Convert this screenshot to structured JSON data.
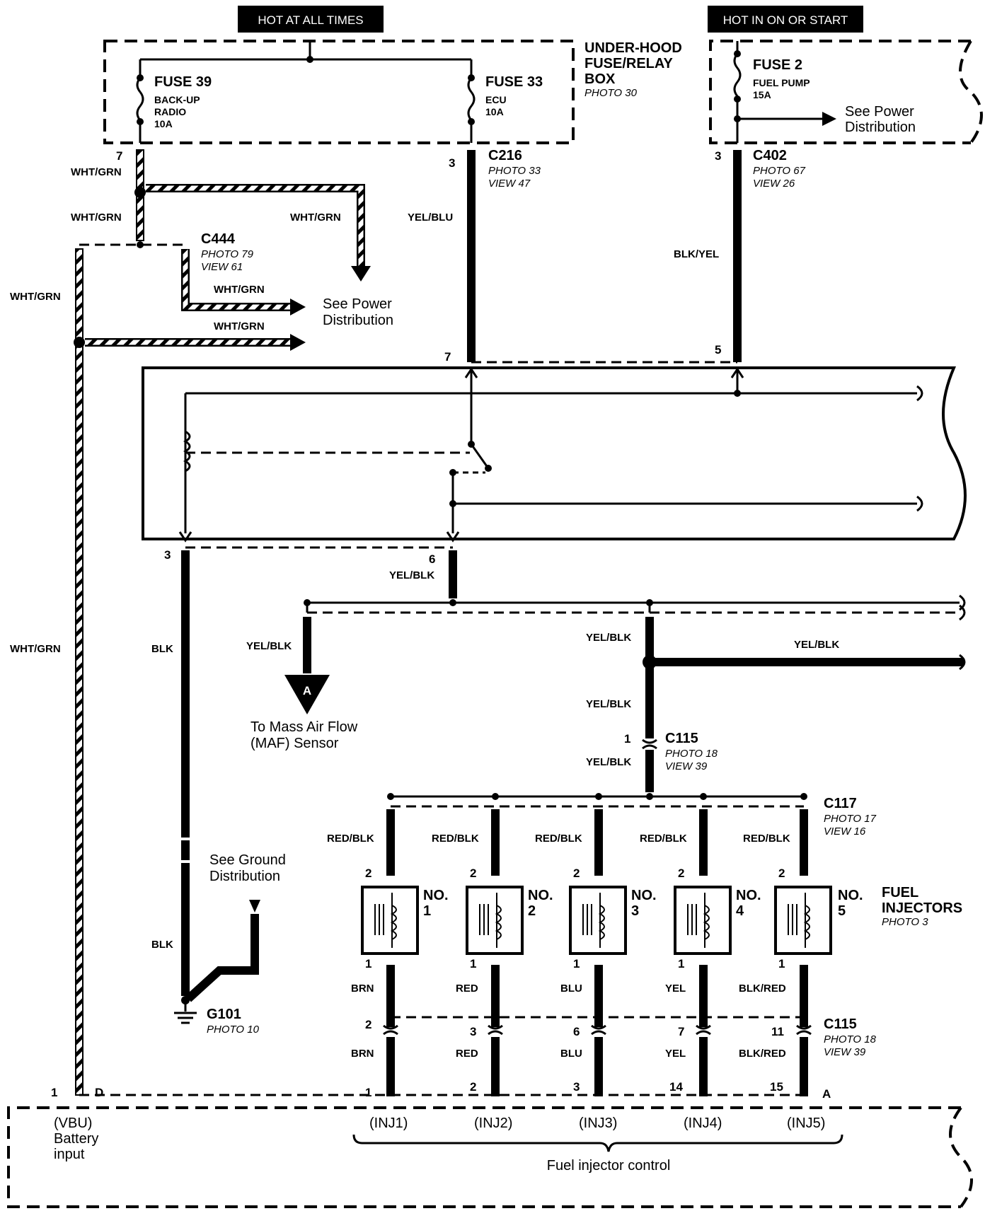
{
  "banners": {
    "hot_all_times": "HOT AT ALL TIMES",
    "hot_on_start": "HOT IN ON OR START"
  },
  "fuse_box": {
    "title_1": "UNDER-HOOD",
    "title_2": "FUSE/RELAY",
    "title_3": "BOX",
    "photo": "PHOTO 30",
    "fuse39": {
      "name": "FUSE 39",
      "l1": "BACK-UP",
      "l2": "RADIO",
      "rating": "10A"
    },
    "fuse33": {
      "name": "FUSE 33",
      "l1": "ECU",
      "rating": "10A"
    },
    "fuse2": {
      "name": "FUSE 2",
      "l1": "FUEL PUMP",
      "rating": "15A"
    }
  },
  "power_dist": {
    "l1": "See Power",
    "l2": "Distribution"
  },
  "ground_dist": {
    "l1": "See Ground",
    "l2": "Distribution"
  },
  "connectors": {
    "c216": {
      "name": "C216",
      "photo": "PHOTO 33",
      "view": "VIEW 47"
    },
    "c402": {
      "name": "C402",
      "photo": "PHOTO 67",
      "view": "VIEW 26"
    },
    "c444": {
      "name": "C444",
      "photo": "PHOTO 79",
      "view": "VIEW 61"
    },
    "c115a": {
      "name": "C115",
      "photo": "PHOTO 18",
      "view": "VIEW 39"
    },
    "c117": {
      "name": "C117",
      "photo": "PHOTO 17",
      "view": "VIEW 16"
    },
    "c115b": {
      "name": "C115",
      "photo": "PHOTO 18",
      "view": "VIEW 39"
    },
    "g101": {
      "name": "G101",
      "photo": "PHOTO 10"
    }
  },
  "pins": {
    "p7a": "7",
    "p3a": "3",
    "p3b": "3",
    "p7b": "7",
    "p5": "5",
    "p3c": "3",
    "p6": "6",
    "p1a": "1",
    "p1d": "1",
    "pD": "D",
    "pA": "A"
  },
  "wires": {
    "wht_grn": "WHT/GRN",
    "yel_blu": "YEL/BLU",
    "blk_yel": "BLK/YEL",
    "yel_blk": "YEL/BLK",
    "blk": "BLK",
    "red_blk": "RED/BLK"
  },
  "maf": {
    "badge": "A",
    "l1": "To Mass Air Flow",
    "l2": "(MAF) Sensor"
  },
  "injectors": [
    {
      "no": "NO.",
      "num": "1",
      "pin_top": "2",
      "pin_bot": "1",
      "wire": "BRN",
      "c115": "2",
      "ecu_pin": "1",
      "ecu_label": "(INJ1)"
    },
    {
      "no": "NO.",
      "num": "2",
      "pin_top": "2",
      "pin_bot": "1",
      "wire": "RED",
      "c115": "3",
      "ecu_pin": "2",
      "ecu_label": "(INJ2)"
    },
    {
      "no": "NO.",
      "num": "3",
      "pin_top": "2",
      "pin_bot": "1",
      "wire": "BLU",
      "c115": "6",
      "ecu_pin": "3",
      "ecu_label": "(INJ3)"
    },
    {
      "no": "NO.",
      "num": "4",
      "pin_top": "2",
      "pin_bot": "1",
      "wire": "YEL",
      "c115": "7",
      "ecu_pin": "14",
      "ecu_label": "(INJ4)"
    },
    {
      "no": "NO.",
      "num": "5",
      "pin_top": "2",
      "pin_bot": "1",
      "wire": "BLK/RED",
      "c115": "11",
      "ecu_pin": "15",
      "ecu_label": "(INJ5)"
    }
  ],
  "fuel_injectors": {
    "l1": "FUEL",
    "l2": "INJECTORS",
    "photo": "PHOTO 3"
  },
  "ecu": {
    "vbu": "(VBU)",
    "batt_1": "Battery",
    "batt_2": "input",
    "injector_control": "Fuel injector control"
  }
}
